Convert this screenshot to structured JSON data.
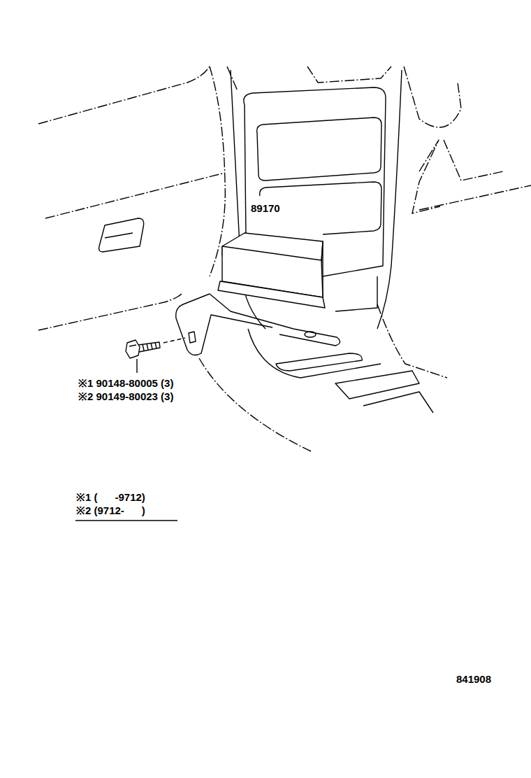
{
  "diagram": {
    "labels": [
      "89170",
      "※1 90148-80005 (3)",
      "※2 90149-80023 (3)",
      "※1 (      -9712)",
      "※2 (9712-      )",
      "841908"
    ]
  }
}
